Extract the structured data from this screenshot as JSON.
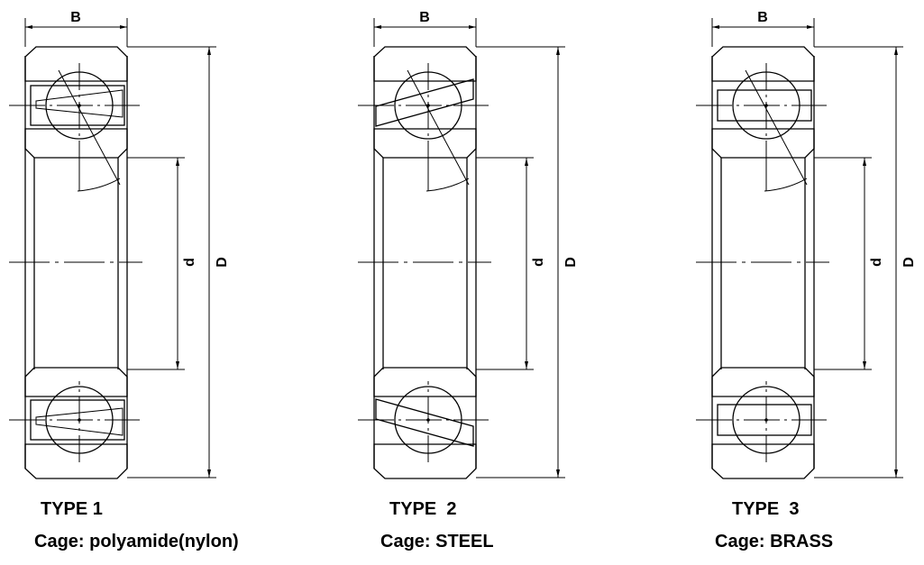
{
  "bearings": [
    {
      "type_label": "TYPE 1",
      "cage_label": "Cage: polyamide(nylon)",
      "cage_style": "polyamide",
      "dim_B": "B",
      "dim_d": "d",
      "dim_D": "D"
    },
    {
      "type_label": "TYPE  2",
      "cage_label": "Cage: STEEL",
      "cage_style": "steel",
      "dim_B": "B",
      "dim_d": "d",
      "dim_D": "D"
    },
    {
      "type_label": "TYPE  3",
      "cage_label": "Cage: BRASS",
      "cage_style": "brass",
      "dim_B": "B",
      "dim_d": "d",
      "dim_D": "D"
    }
  ]
}
